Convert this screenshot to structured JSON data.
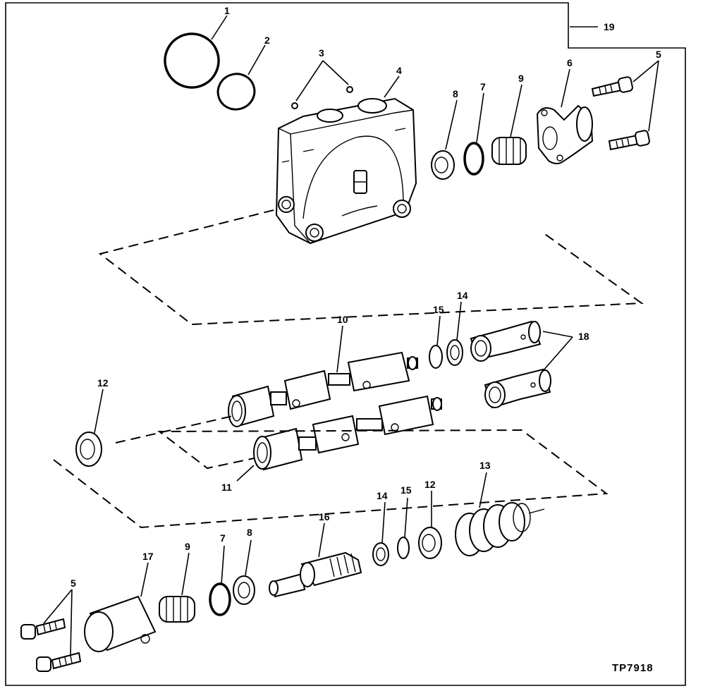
{
  "figure_id": "TP7918",
  "callouts": {
    "c1": "1",
    "c2": "2",
    "c3": "3",
    "c4": "4",
    "c5a": "5",
    "c6": "6",
    "c7a": "7",
    "c8a": "8",
    "c9a": "9",
    "c10": "10",
    "c11": "11",
    "c12a": "12",
    "c12b": "12",
    "c13": "13",
    "c14a": "14",
    "c14b": "14",
    "c15a": "15",
    "c15b": "15",
    "c16": "16",
    "c17": "17",
    "c18": "18",
    "c19": "19",
    "c5b": "5",
    "c9b": "9",
    "c7b": "7",
    "c8b": "8"
  }
}
